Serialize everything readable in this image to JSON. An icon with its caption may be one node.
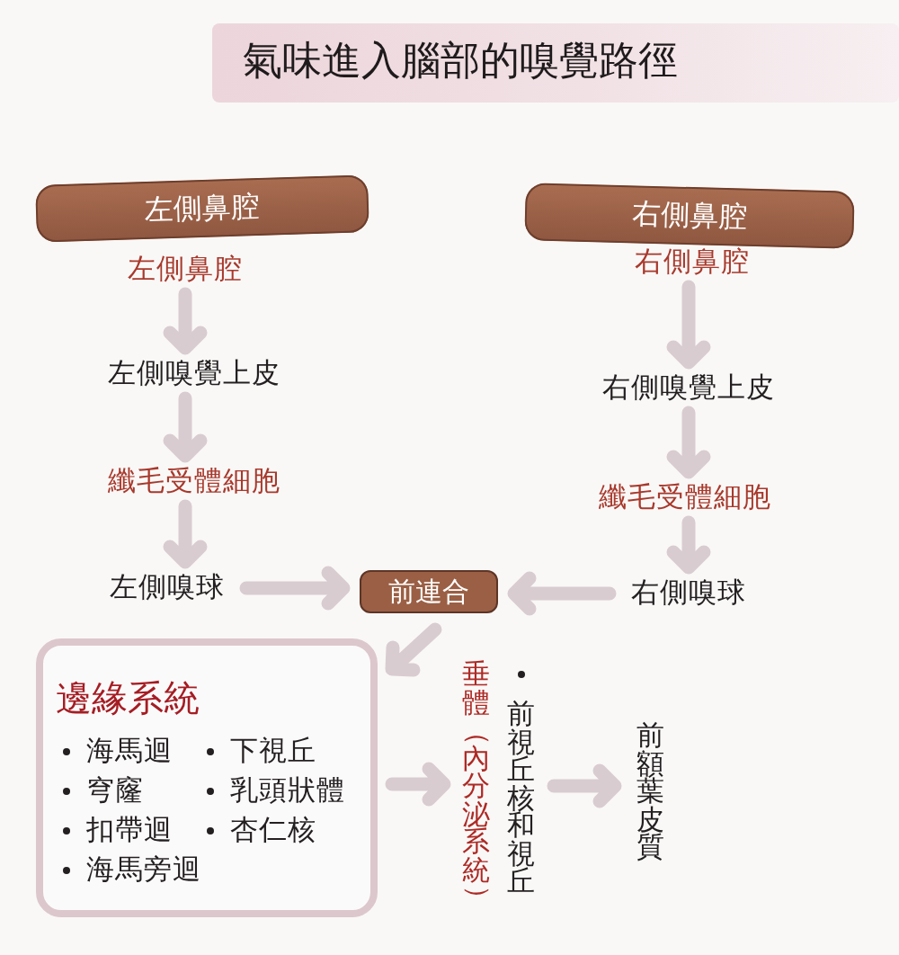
{
  "diagram": {
    "title": "氣味進入腦部的嗅覺路徑",
    "nodes": [
      {
        "text": [
          "左側鼻腔"
        ]
      },
      {
        "text": [
          "左側鼻腔"
        ]
      },
      {
        "text": [
          "左側嗅覺上皮"
        ]
      },
      {
        "text": [
          "纖毛受體細胞"
        ]
      },
      {
        "text": [
          "左側嗅球"
        ]
      },
      {
        "text": [
          "右側鼻腔"
        ]
      },
      {
        "text": [
          "右側鼻腔"
        ]
      },
      {
        "text": [
          "右側嗅覺上皮"
        ]
      },
      {
        "text": [
          "纖毛受體細胞"
        ]
      },
      {
        "text": [
          "右側嗅球"
        ]
      },
      {
        "text": [
          "前連合"
        ]
      },
      {
        "text": [
          "邊緣系統",
          "海馬迴",
          "穹窿",
          "扣帶迴",
          "海馬旁迴",
          "下視丘",
          "乳頭狀體",
          "杏仁核"
        ]
      },
      {
        "text": [
          "垂體（內分泌系統）"
        ]
      },
      {
        "text": [
          "前視丘核和視丘"
        ]
      },
      {
        "text": [
          "前額葉皮質"
        ]
      }
    ],
    "edges": [
      {
        "from": 1,
        "to": 2,
        "arrow": "to"
      },
      {
        "from": 2,
        "to": 3,
        "arrow": "to"
      },
      {
        "from": 3,
        "to": 4,
        "arrow": "to"
      },
      {
        "from": 6,
        "to": 7,
        "arrow": "to"
      },
      {
        "from": 7,
        "to": 8,
        "arrow": "to"
      },
      {
        "from": 8,
        "to": 9,
        "arrow": "to"
      },
      {
        "from": 4,
        "to": 10,
        "arrow": "to"
      },
      {
        "from": 9,
        "to": 10,
        "arrow": "to"
      },
      {
        "from": 10,
        "to": 11,
        "arrow": "to"
      },
      {
        "from": 11,
        "to": 12,
        "arrow": "to"
      },
      {
        "from": 13,
        "to": 14,
        "arrow": "to"
      }
    ]
  }
}
